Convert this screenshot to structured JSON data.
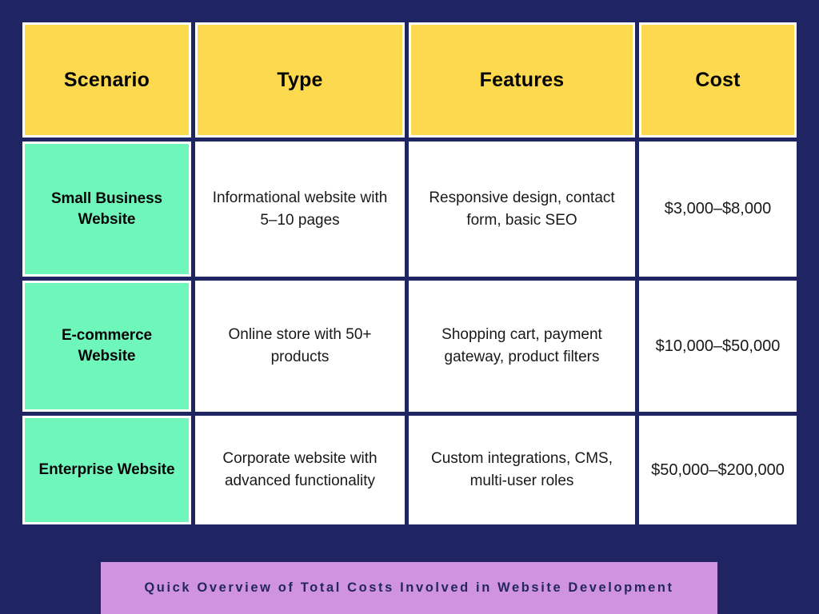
{
  "theme": {
    "background": "#1f2463",
    "header_cell": "#fdd94f",
    "scenario_cell": "#6ff7bb",
    "body_cell": "#ffffff",
    "grid_line": "#1f2463",
    "banner_background": "#cf93e0",
    "banner_text": "#24265f",
    "text": "#050505"
  },
  "table": {
    "columns": [
      {
        "key": "scenario",
        "label": "Scenario"
      },
      {
        "key": "type",
        "label": "Type"
      },
      {
        "key": "features",
        "label": "Features"
      },
      {
        "key": "cost",
        "label": "Cost"
      }
    ],
    "rows": [
      {
        "scenario": "Small Business Website",
        "type": "Informational website with 5–10 pages",
        "features": "Responsive design, contact form, basic SEO",
        "cost": "$3,000–$8,000"
      },
      {
        "scenario": "E-commerce Website",
        "type": "Online store with 50+ products",
        "features": "Shopping cart, payment gateway, product filters",
        "cost": "$10,000–$50,000"
      },
      {
        "scenario": "Enterprise Website",
        "type": "Corporate website with advanced functionality",
        "features": "Custom integrations, CMS, multi-user roles",
        "cost": "$50,000–$200,000"
      }
    ]
  },
  "caption": {
    "text": "Quick Overview of Total Costs Involved in Website Development"
  }
}
